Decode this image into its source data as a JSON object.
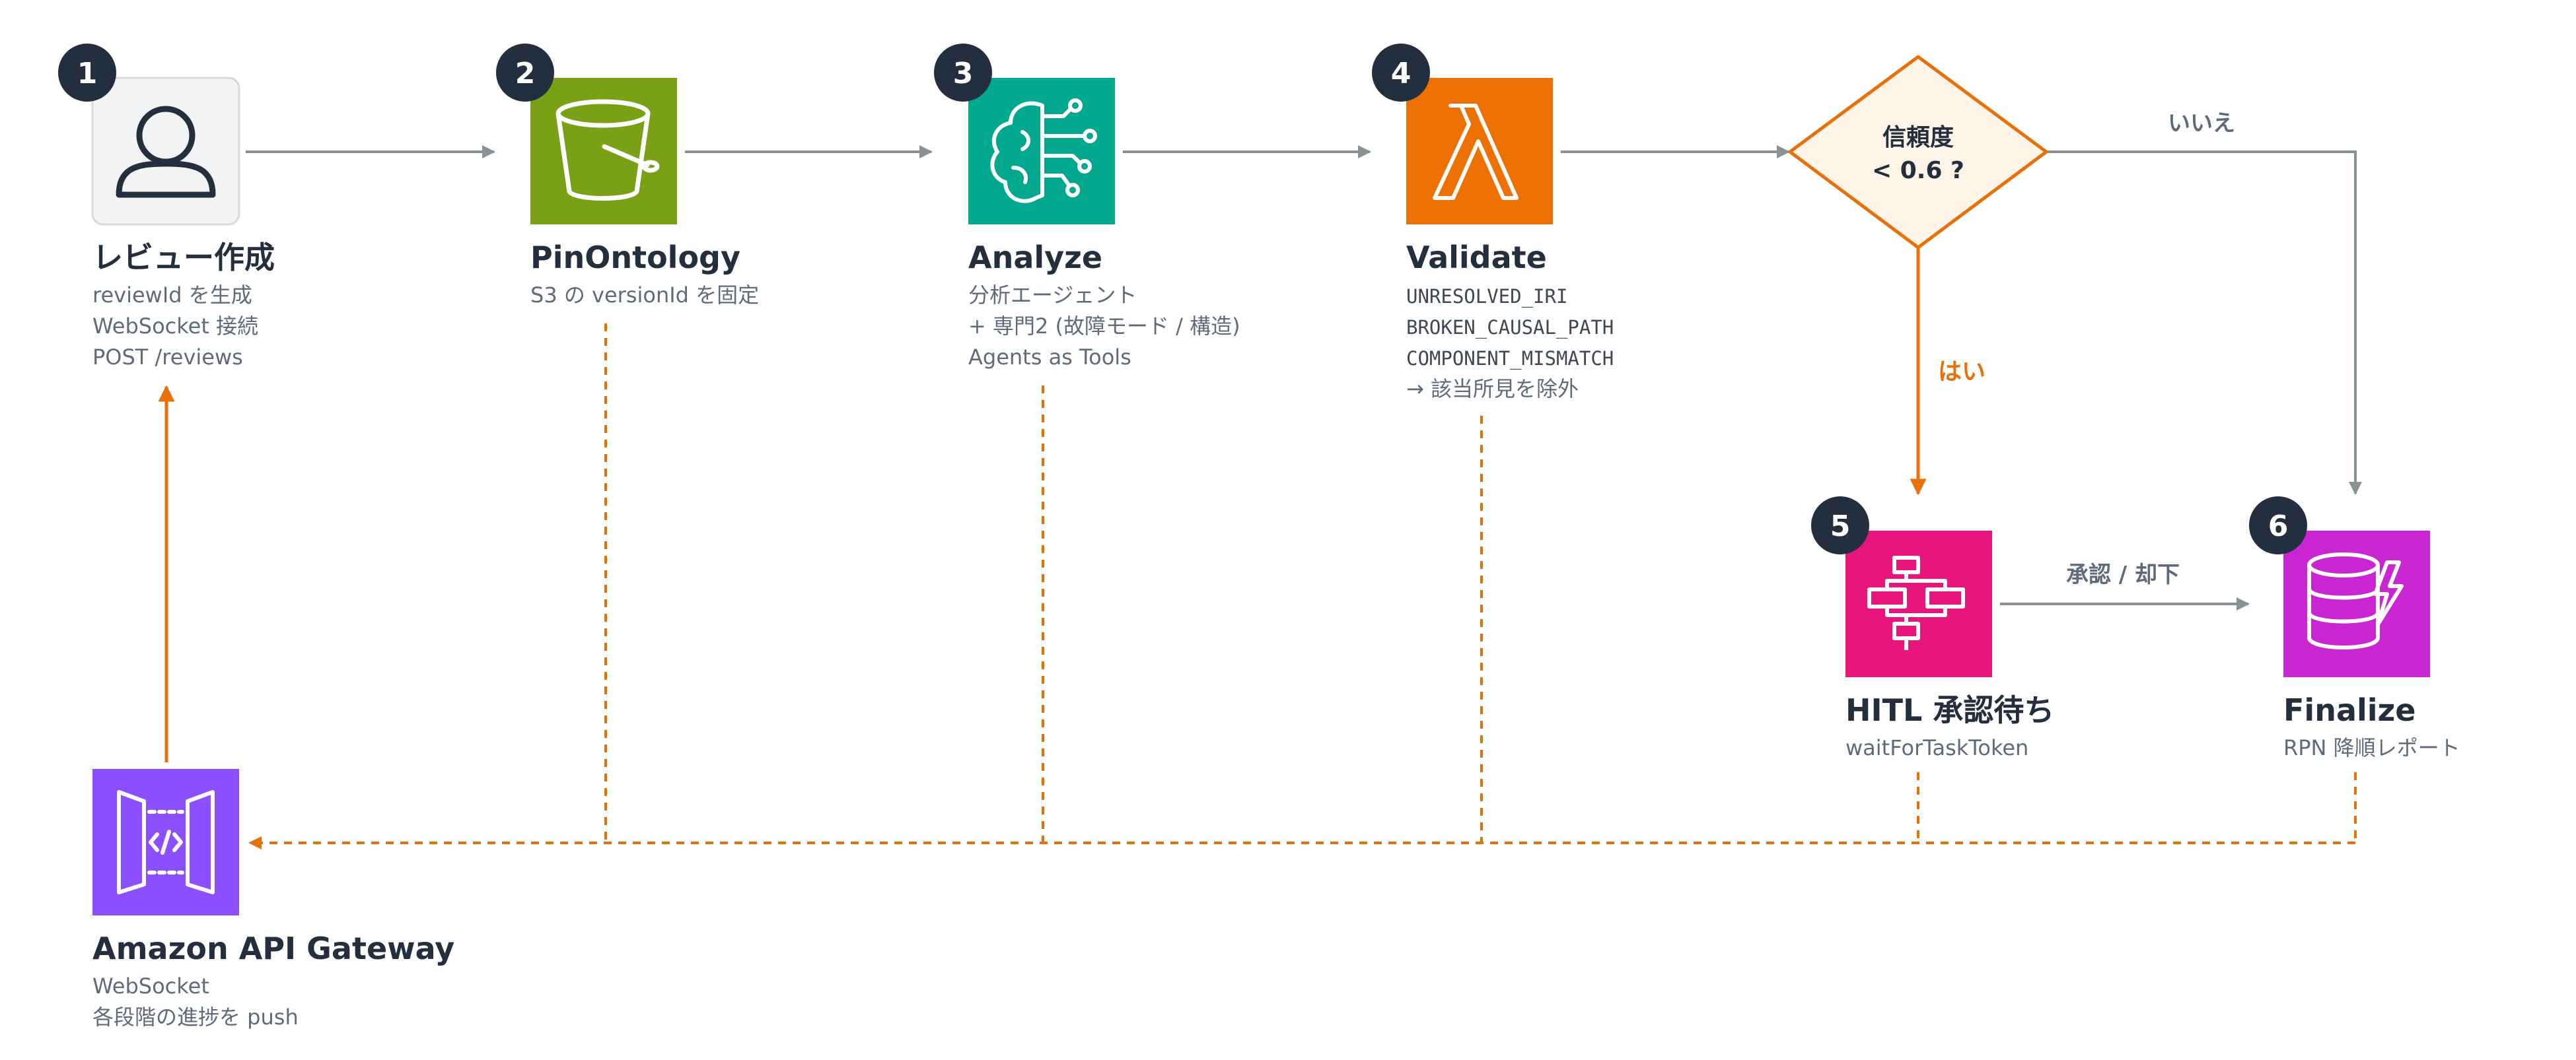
{
  "colors": {
    "gray_edge": "#879196",
    "orange_edge": "#e8700a",
    "badge": "#232f3e",
    "text_dark": "#232f3e",
    "text_muted": "#5f6b7a",
    "user_bg": "#f2f3f5",
    "s3": "#7aa116",
    "bedrock": "#01a88d",
    "lambda": "#ed7100",
    "stepfunctions": "#e7157b",
    "dynamodb": "#c925d1",
    "apigateway": "#8c4fff",
    "decision_fill": "#fdf3e7",
    "decision_stroke": "#e8700a"
  },
  "steps": {
    "review": {
      "badge": "1",
      "icon": "user-icon",
      "title": "レビュー作成",
      "lines": [
        "reviewId を生成",
        "WebSocket 接続",
        "POST /reviews"
      ]
    },
    "pin": {
      "badge": "2",
      "icon": "s3-bucket-icon",
      "title": "PinOntology",
      "lines": [
        "S3 の versionId を固定"
      ]
    },
    "analyze": {
      "badge": "3",
      "icon": "bedrock-brain-icon",
      "title": "Analyze",
      "lines": [
        "分析エージェント",
        "+ 専門2 (故障モード / 構造)",
        "Agents as Tools"
      ]
    },
    "validate": {
      "badge": "4",
      "icon": "lambda-icon",
      "title": "Validate",
      "mono_lines": [
        "UNRESOLVED_IRI",
        "BROKEN_CAUSAL_PATH",
        "COMPONENT_MISMATCH"
      ],
      "lines": [
        "→ 該当所見を除外"
      ]
    },
    "hitl": {
      "badge": "5",
      "icon": "step-functions-icon",
      "title": "HITL 承認待ち",
      "lines": [
        "waitForTaskToken"
      ]
    },
    "finalize": {
      "badge": "6",
      "icon": "dynamodb-icon",
      "title": "Finalize",
      "lines": [
        "RPN 降順レポート"
      ]
    },
    "gateway": {
      "icon": "api-gateway-icon",
      "title": "Amazon API Gateway",
      "lines": [
        "WebSocket",
        "各段階の進捗を push"
      ]
    }
  },
  "decision": {
    "line1": "信頼度",
    "line2": "< 0.6 ?",
    "yes_label": "はい",
    "no_label": "いいえ"
  },
  "edges": {
    "approve_label": "承認 / 却下"
  }
}
